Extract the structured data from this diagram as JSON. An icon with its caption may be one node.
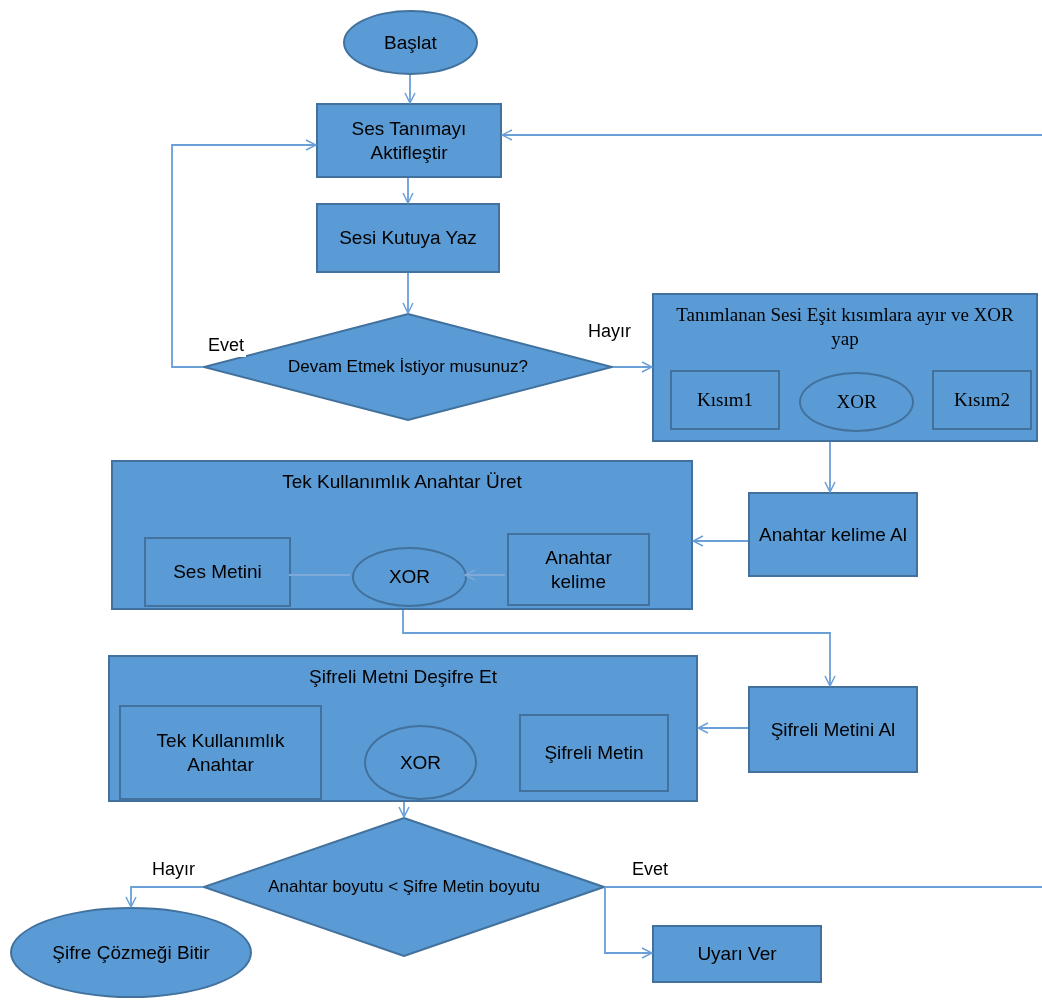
{
  "diagram": {
    "nodes": [
      {
        "text": [
          "Başlat"
        ]
      },
      {
        "text": [
          "Ses Tanımayı Aktifleştir"
        ]
      },
      {
        "text": [
          "Sesi Kutuya Yaz"
        ]
      },
      {
        "text": [
          "Devam Etmek İstiyor musunuz?"
        ]
      },
      {
        "text": [
          "Tanımlanan Sesi Eşit kısımlara ayır ve XOR yap"
        ]
      },
      {
        "text": [
          "Kısım1"
        ],
        "in": 4
      },
      {
        "text": [
          "XOR"
        ],
        "in": 4
      },
      {
        "text": [
          "Kısım2"
        ],
        "in": 4
      },
      {
        "text": [
          "Tek Kullanımlık  Anahtar Üret"
        ]
      },
      {
        "text": [
          "Ses Metini"
        ],
        "in": 8
      },
      {
        "text": [
          "XOR"
        ],
        "in": 8
      },
      {
        "text": [
          "Anahtar kelime"
        ],
        "in": 8
      },
      {
        "text": [
          "Anahtar kelime Al"
        ]
      },
      {
        "text": [
          "Şifreli Metni Deşifre Et"
        ]
      },
      {
        "text": [
          "Tek Kullanımlık Anahtar"
        ],
        "in": 13
      },
      {
        "text": [
          "XOR"
        ],
        "in": 13
      },
      {
        "text": [
          "Şifreli Metin"
        ],
        "in": 13
      },
      {
        "text": [
          "Şifreli Metini Al"
        ]
      },
      {
        "text": [
          "Anahtar boyutu < Şifre Metin boyutu"
        ]
      },
      {
        "text": [
          "Şifre Çözmeği Bitir"
        ]
      },
      {
        "text": [
          "Uyarı Ver"
        ]
      }
    ],
    "edges": [
      {
        "from": 0,
        "to": 1,
        "arrow": "to"
      },
      {
        "from": 1,
        "to": 2,
        "arrow": "to"
      },
      {
        "from": 2,
        "to": 3,
        "arrow": "to"
      },
      {
        "from": 3,
        "to": 1,
        "arrow": "to",
        "label": "Evet"
      },
      {
        "from": 3,
        "to": 4,
        "arrow": "to",
        "label": "Hayır"
      },
      {
        "from": 4,
        "to": 12,
        "arrow": "to"
      },
      {
        "from": 12,
        "to": 8,
        "arrow": "to"
      },
      {
        "from": 8,
        "to": 17,
        "arrow": "to"
      },
      {
        "from": 17,
        "to": 13,
        "arrow": "to"
      },
      {
        "from": 13,
        "to": 18,
        "arrow": "to"
      },
      {
        "from": 18,
        "to": 19,
        "arrow": "to",
        "label": "Hayır"
      },
      {
        "from": 18,
        "to": 20,
        "arrow": "to",
        "label": "Evet"
      },
      {
        "from": 18,
        "to": null,
        "arrow": "none"
      },
      {
        "from": null,
        "to": 1,
        "arrow": "to"
      },
      {
        "from": 9,
        "to": 10,
        "arrow": "none",
        "color": "#7fa9d6"
      },
      {
        "from": 11,
        "to": 10,
        "arrow": "to",
        "color": "#7fa9d6"
      }
    ]
  }
}
